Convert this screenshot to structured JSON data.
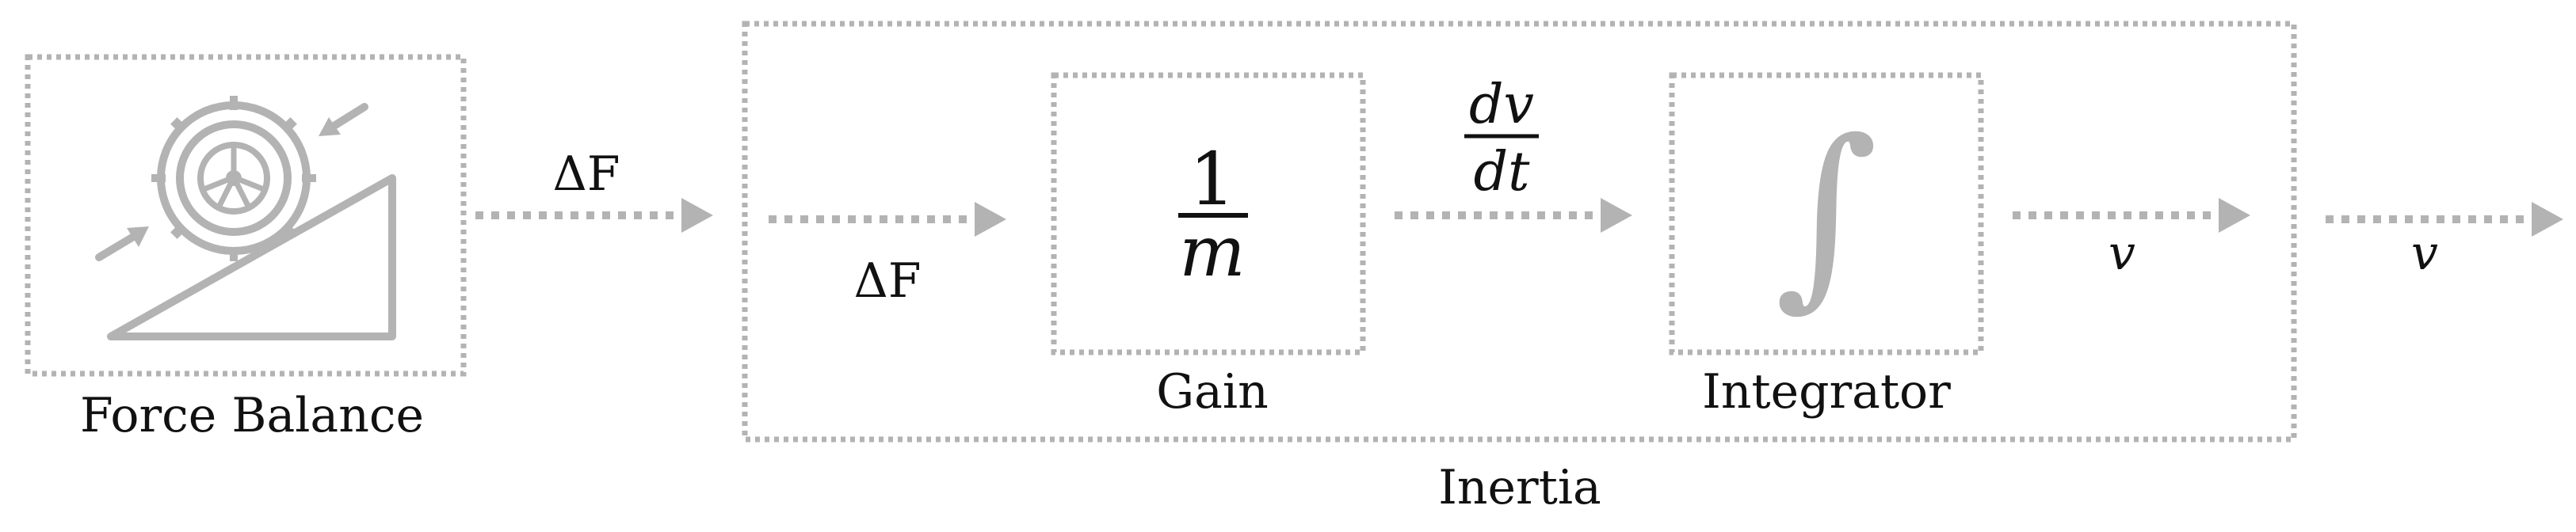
{
  "blocks": {
    "force_balance": {
      "label": "Force Balance"
    },
    "inertia": {
      "label": "Inertia"
    },
    "gain": {
      "label": "Gain",
      "numerator": "1",
      "denominator": "m"
    },
    "integrator": {
      "label": "Integrator",
      "symbol": "∫"
    }
  },
  "signals": {
    "force_out": "ΔF",
    "force_in": "ΔF",
    "dv_num": "dv",
    "dv_den": "dt",
    "v_inner": "v",
    "v_out": "v"
  },
  "colors": {
    "box_stroke": "#b3b3b3",
    "text": "#111111"
  },
  "icons": {
    "force_balance": "tire-on-incline-icon"
  }
}
